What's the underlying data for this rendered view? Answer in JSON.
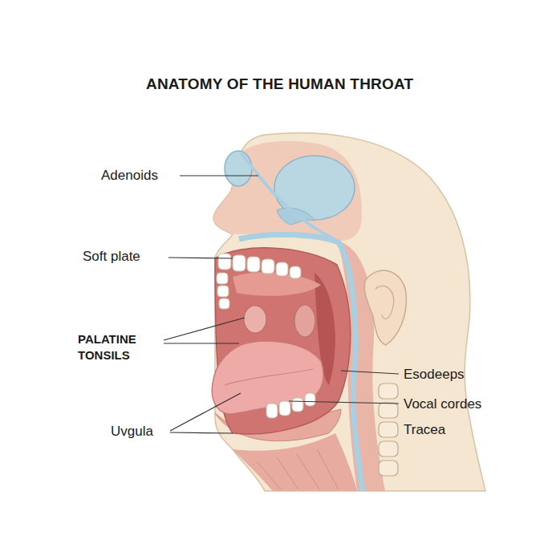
{
  "diagram": {
    "title": "ANATOMY OF THE HUMAN THROAT",
    "labels": [
      "Adenoids",
      "Soft plate",
      "PALATINE TONSILS",
      "Uvgula",
      "Esodeeps",
      "Vocal cordes",
      "Tracea"
    ]
  }
}
